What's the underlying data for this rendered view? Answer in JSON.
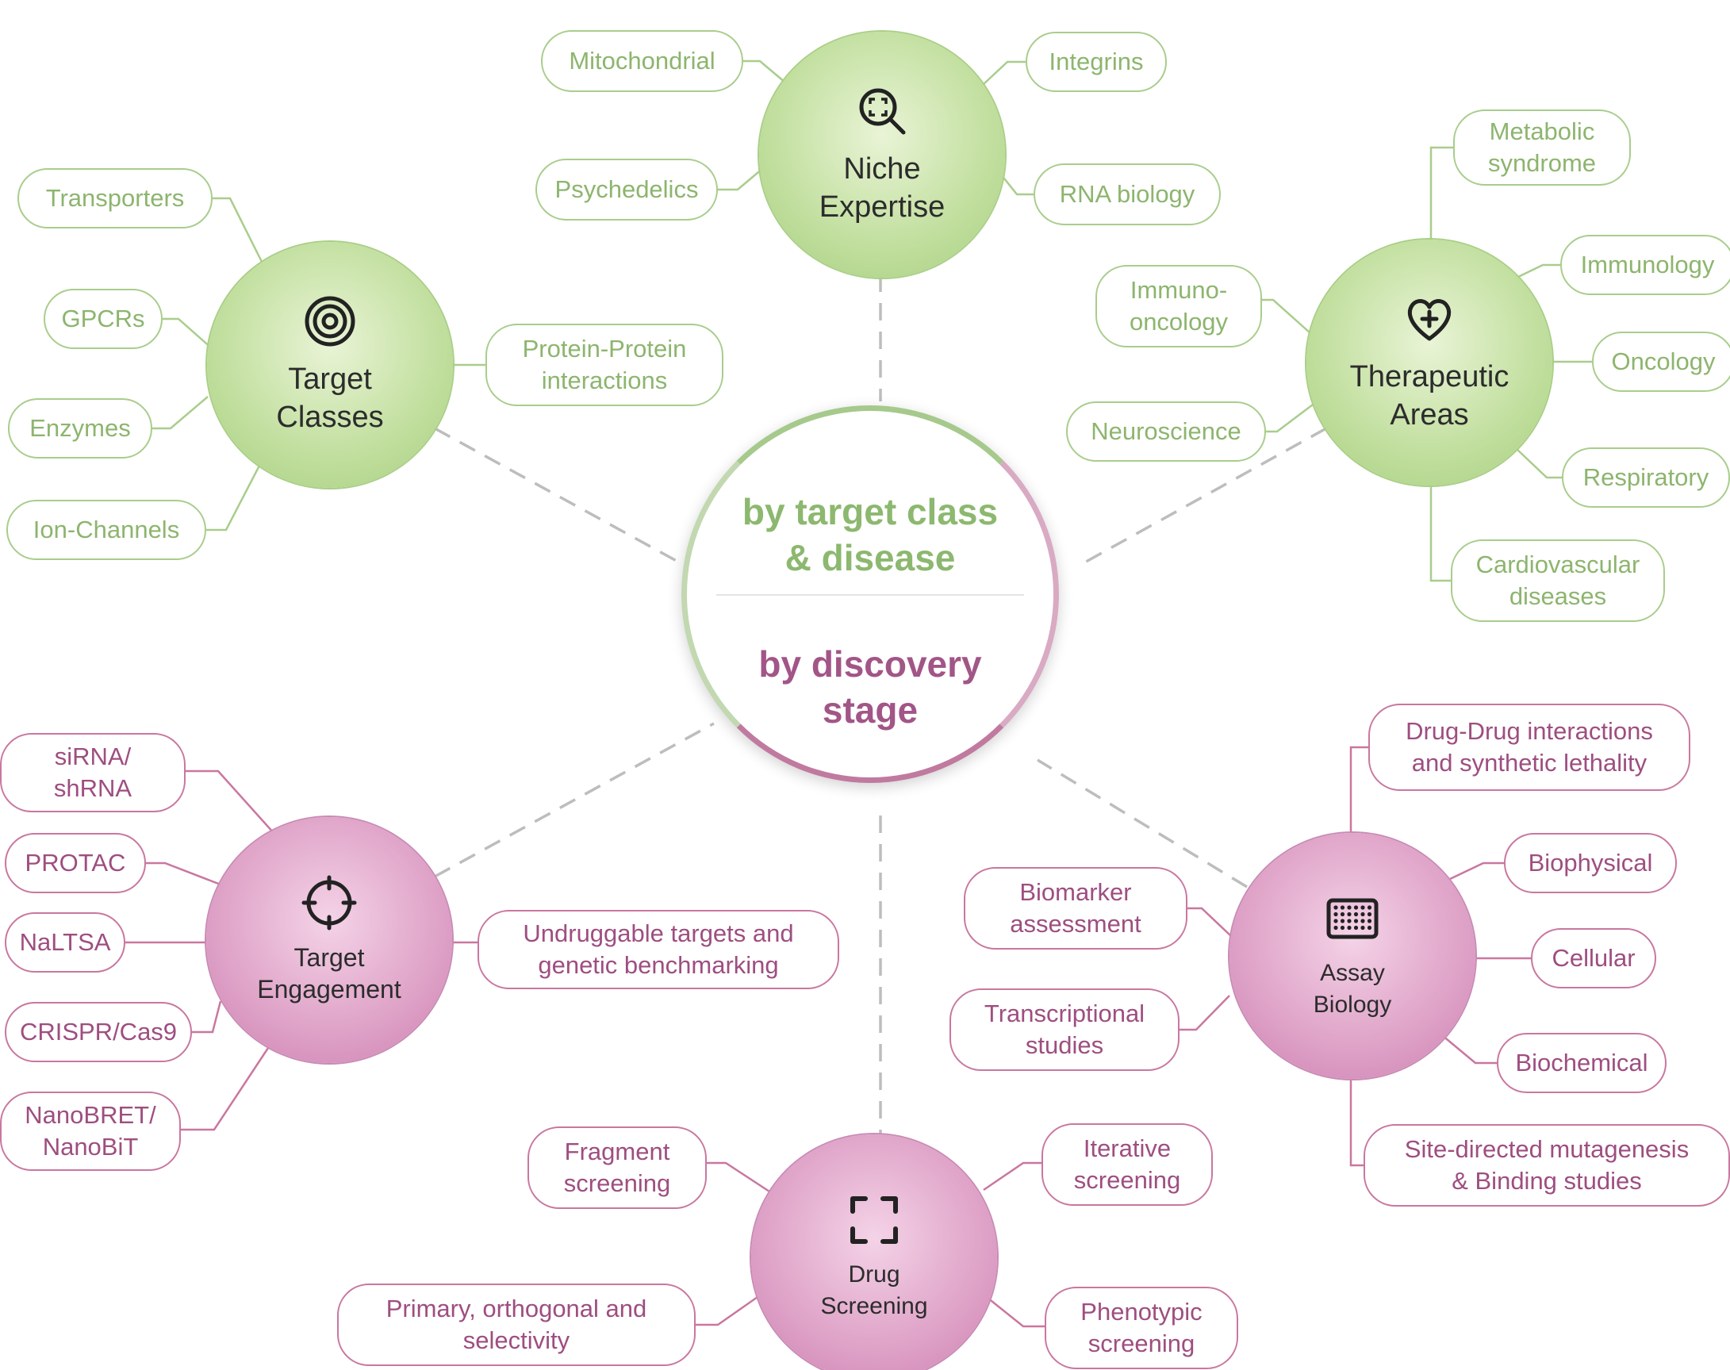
{
  "center": {
    "top_label": "by target class\n& disease",
    "bottom_label": "by discovery\nstage"
  },
  "colors": {
    "green_text": "#8db56e",
    "green_line": "#a9cd8c",
    "pink_text": "#9e4e80",
    "pink_line": "#c9779f",
    "dash": "#bdbdbd"
  },
  "hubs": {
    "niche": {
      "label": "Niche\nExpertise",
      "icon": "magnifier-scan-icon"
    },
    "target_classes": {
      "label": "Target\nClasses",
      "icon": "target-rings-icon"
    },
    "therapeutic": {
      "label": "Therapeutic\nAreas",
      "icon": "heart-plus-icon"
    },
    "target_engagement": {
      "label": "Target\nEngagement",
      "icon": "crosshair-icon"
    },
    "assay": {
      "label": "Assay\nBiology",
      "icon": "well-plate-icon"
    },
    "drug_screening": {
      "label": "Drug\nScreening",
      "icon": "scan-frame-icon"
    }
  },
  "leaves": {
    "niche": [
      "Mitochondrial",
      "Psychedelics",
      "Integrins",
      "RNA biology"
    ],
    "target_classes": [
      "Transporters",
      "GPCRs",
      "Enzymes",
      "Ion-Channels",
      "Protein-Protein\ninteractions"
    ],
    "therapeutic": [
      "Metabolic\nsyndrome",
      "Immunology",
      "Immuno-\noncology",
      "Oncology",
      "Neuroscience",
      "Respiratory",
      "Cardiovascular\ndiseases"
    ],
    "target_engagement": [
      "siRNA/\nshRNA",
      "PROTAC",
      "NaLTSA",
      "CRISPR/Cas9",
      "NanoBRET/\nNanoBiT",
      "Undruggable targets and\ngenetic benchmarking"
    ],
    "assay": [
      "Drug-Drug interactions\nand synthetic lethality",
      "Biophysical",
      "Biomarker\nassessment",
      "Cellular",
      "Transcriptional\nstudies",
      "Biochemical",
      "Site-directed mutagenesis\n& Binding studies"
    ],
    "drug_screening": [
      "Fragment\nscreening",
      "Iterative\nscreening",
      "Primary, orthogonal and\nselectivity",
      "Phenotypic\nscreening"
    ]
  }
}
